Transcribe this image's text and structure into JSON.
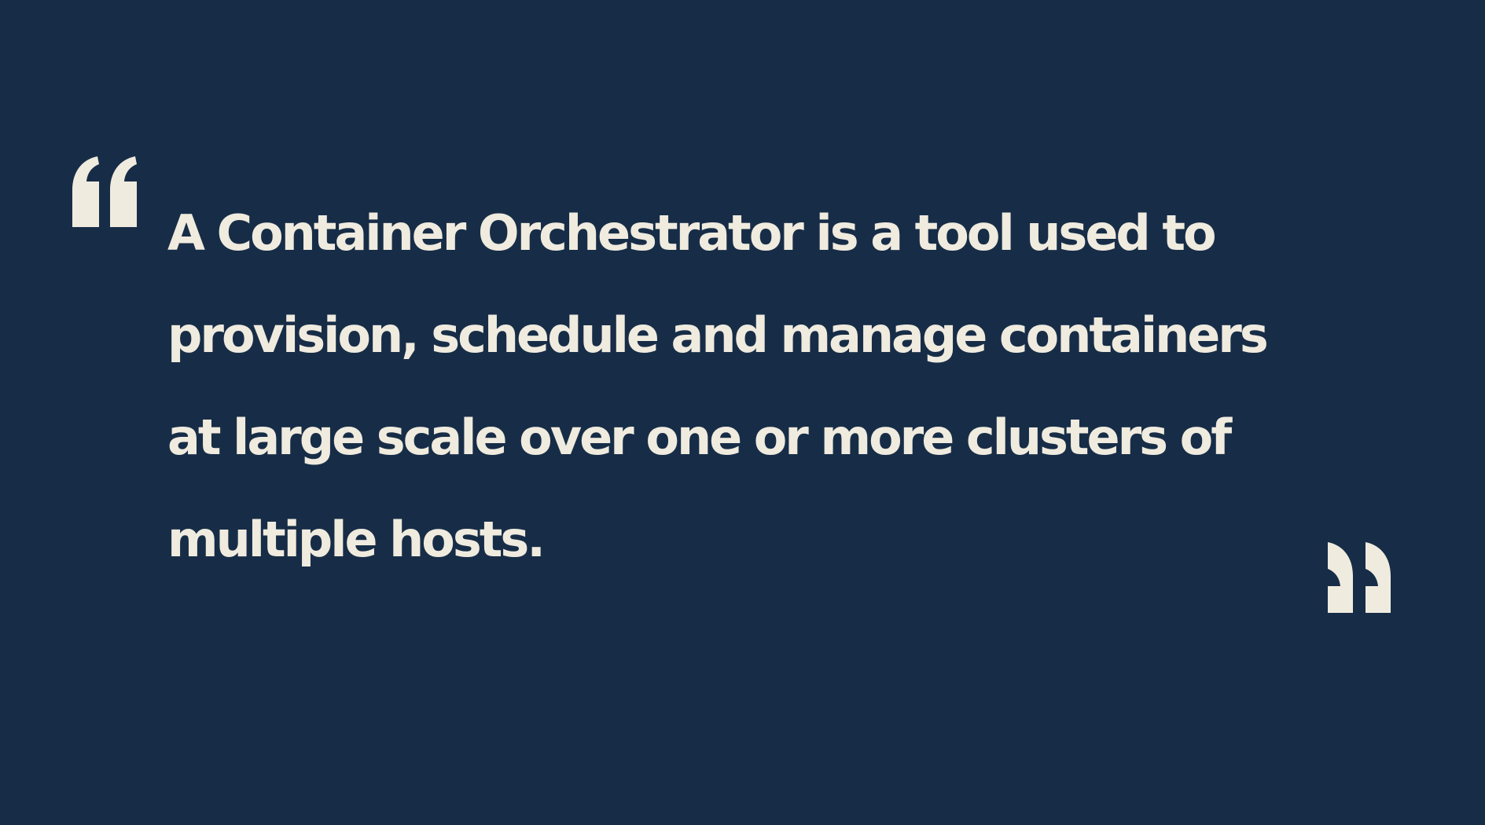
{
  "quote": {
    "lines": [
      "A Container Orchestrator is a tool used to",
      "provision, schedule and manage containers",
      "at large scale over one or more clusters of",
      "multiple hosts."
    ]
  },
  "icons": {
    "open": "opening-quotation-mark-icon",
    "close": "closing-quotation-mark-icon"
  },
  "colors": {
    "background": "#172d47",
    "text": "#f0ebdf"
  }
}
